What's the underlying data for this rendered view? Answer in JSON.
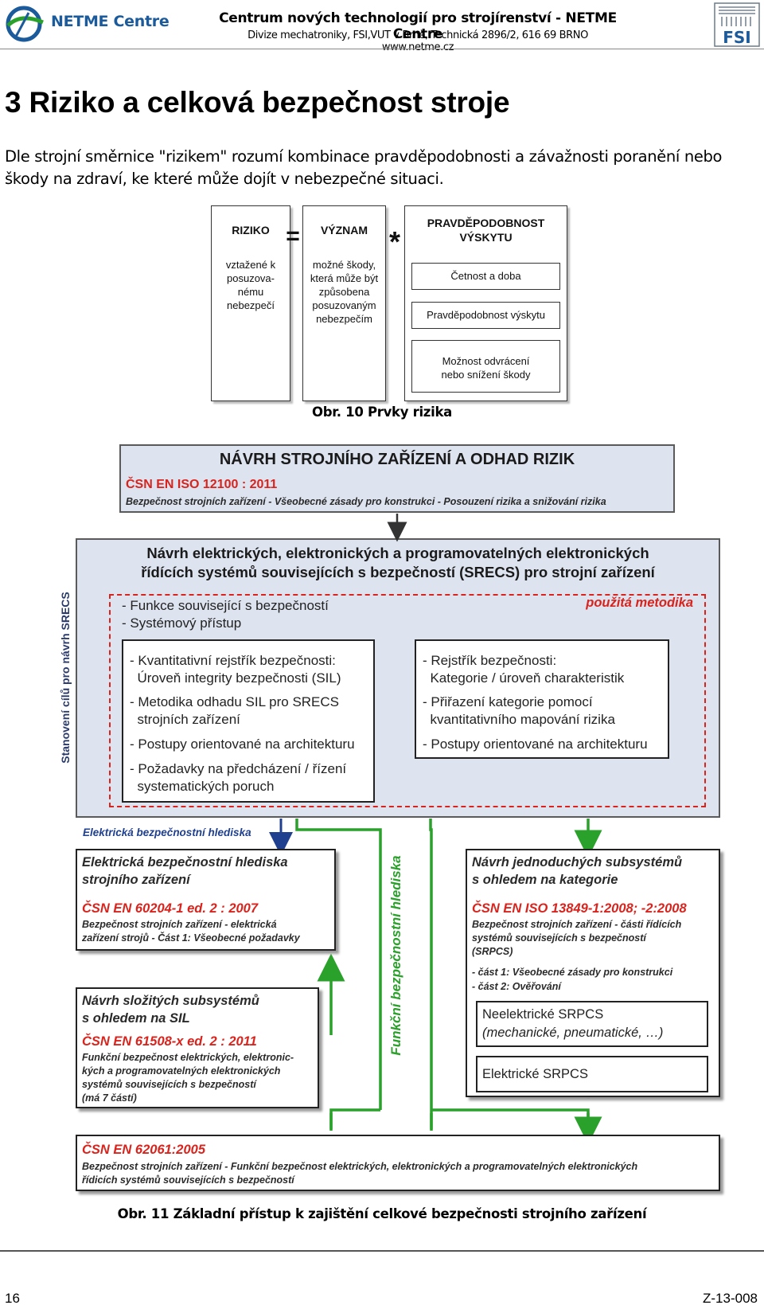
{
  "header": {
    "logo_text": "NETME Centre",
    "title": "Centrum nových technologií pro strojírenství - NETME Centre",
    "subtitle": "Divize mechatroniky, FSI,VUT v Brně, Technická 2896/2, 616 69 BRNO www.netme.cz"
  },
  "section": {
    "heading": "3  Riziko a celková bezpečnost stroje",
    "paragraph": "Dle strojní směrnice \"rizikem\" rozumí kombinace pravděpodobnosti a závažnosti poranění nebo škody na zdraví, ke které může dojít v nebezpečné situaci."
  },
  "fig10": {
    "riziko_title": "RIZIKO",
    "riziko_lines": [
      "vztažené k",
      "posuzova-",
      "nému",
      "nebezpečí"
    ],
    "eq": "=",
    "vyznam_title": "VÝZNAM",
    "vyznam_lines": [
      "možné škody,",
      "která může být",
      "způsobena",
      "posuzovaným",
      "nebezpečím"
    ],
    "mult": "*",
    "prav_title_1": "PRAVDĚPODOBNOST",
    "prav_title_2": "VÝSKYTU",
    "sub1": "Četnost a doba",
    "sub2": "Pravděpodobnost výskytu",
    "sub3_1": "Možnost odvrácení",
    "sub3_2": "nebo snížení škody",
    "caption": "Obr. 10 Prvky rizika"
  },
  "fig11": {
    "top_title": "NÁVRH STROJNÍHO ZAŘÍZENÍ A ODHAD RIZIK",
    "top_std": "ČSN EN ISO 12100 : 2011",
    "top_desc": "Bezpečnost strojních zařízení - Všeobecné zásady pro konstrukci - Posouzení rizika a snižování rizika",
    "mid_title_1": "Návrh elektrických, elektronických a programovatelných elektronických",
    "mid_title_2": "řídících systémů souvisejících s bezpečností (SRECS) pro strojní zařízení",
    "side_label": "Stanovení cílů pro návrh SRECS",
    "metodika": "použitá metodika",
    "func_1": "- Funkce související s bezpečností",
    "func_2": "- Systémový přístup",
    "left_list": [
      "- Kvantitativní rejstřík bezpečnosti:",
      "  Úroveň integrity bezpečnosti (SIL)",
      "- Metodika odhadu SIL pro SRECS",
      "  strojních zařízení",
      "- Postupy orientované na architekturu",
      "- Požadavky na předcházení / řízení",
      "  systematických poruch"
    ],
    "right_list": [
      "- Rejstřík bezpečnosti:",
      "  Kategorie / úroveň charakteristik",
      "- Přiřazení kategorie pomocí",
      "  kvantitativního mapování rizika",
      "- Postupy orientované na architekturu"
    ],
    "elec_label": "Elektrická bezpečnostní hlediska",
    "func_label": "Funkční bezpečnostní hlediska",
    "box_a_title_1": "Elektrická bezpečnostní hlediska",
    "box_a_title_2": "strojního zařízení",
    "box_a_std": "ČSN EN 60204-1 ed. 2 : 2007",
    "box_a_desc_1": "Bezpečnost strojních zařízení - elektrická",
    "box_a_desc_2": "zařízení strojů - Část 1: Všeobecné požadavky",
    "box_b_title_1": "Návrh složitých subsystémů",
    "box_b_title_2": "s ohledem na SIL",
    "box_b_std": "ČSN EN 61508-x ed. 2 : 2011",
    "box_b_desc": [
      "Funkční bezpečnost elektrických, elektronic-",
      "kých a programovatelných elektronických",
      "systémů souvisejících s bezpečností",
      "(má 7 částí)"
    ],
    "box_c_title_1": "Návrh jednoduchých subsystémů",
    "box_c_title_2": "s ohledem na kategorie",
    "box_c_std": "ČSN EN ISO 13849-1:2008; -2:2008",
    "box_c_desc": [
      "Bezpečnost strojních zařízení - části řídících",
      "systémů souvisejících s bezpečností",
      "(SRPCS)"
    ],
    "box_c_parts": [
      "- část 1: Všeobecné zásady pro konstrukci",
      "- část 2: Ověřování"
    ],
    "box_c_sub1_1": "Neelektrické SRPCS",
    "box_c_sub1_2": "(mechanické, pneumatické, …)",
    "box_c_sub2": "Elektrické SRPCS",
    "bottom_std": "ČSN EN 62061:2005",
    "bottom_desc_1": "Bezpečnost strojních zařízení - Funkční bezpečnost elektrických, elektronických a programovatelných elektronických",
    "bottom_desc_2": "řídicích systémů souvisejících s bezpečností",
    "caption": "Obr. 11 Základní přístup k zajištění celkové bezpečnosti strojního zařízení"
  },
  "footer": {
    "page": "16",
    "code": "Z-13-008"
  },
  "colors": {
    "red": "#d9231d",
    "green": "#2aa12a",
    "navy": "#1f3f8f",
    "panel": "#dde3ef"
  }
}
